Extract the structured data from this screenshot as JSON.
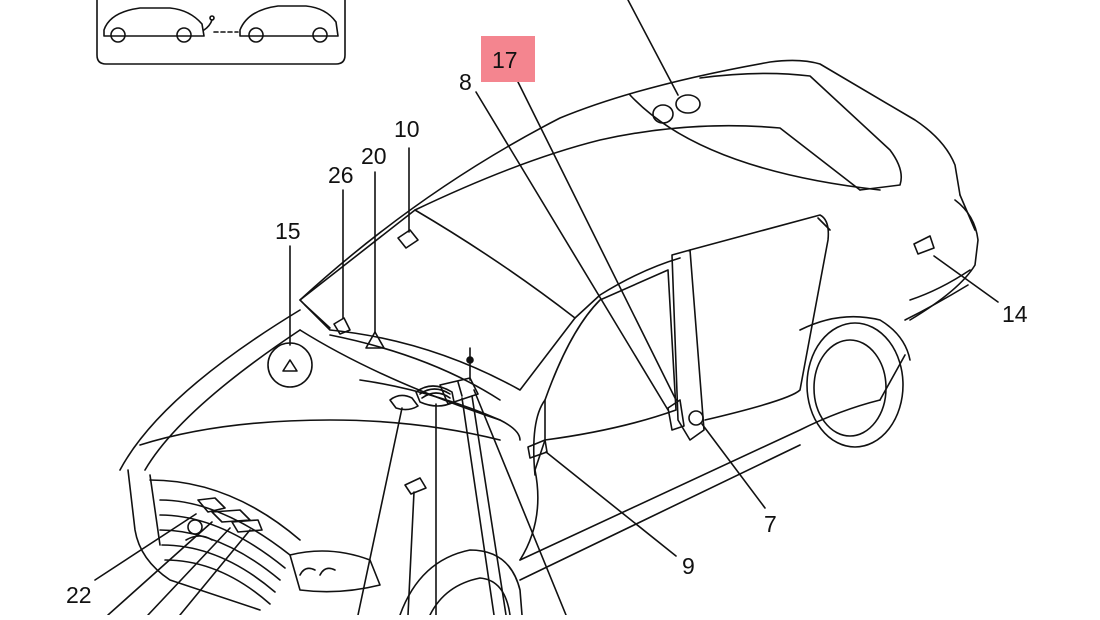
{
  "diagram": {
    "highlight_color": "#f4858f",
    "line_color": "#111111",
    "callouts": {
      "c17": "17",
      "c8": "8",
      "c10": "10",
      "c20": "20",
      "c26": "26",
      "c15": "15",
      "c14": "14",
      "c7": "7",
      "c9": "9",
      "c22": "22"
    },
    "highlighted_callout": "17"
  }
}
